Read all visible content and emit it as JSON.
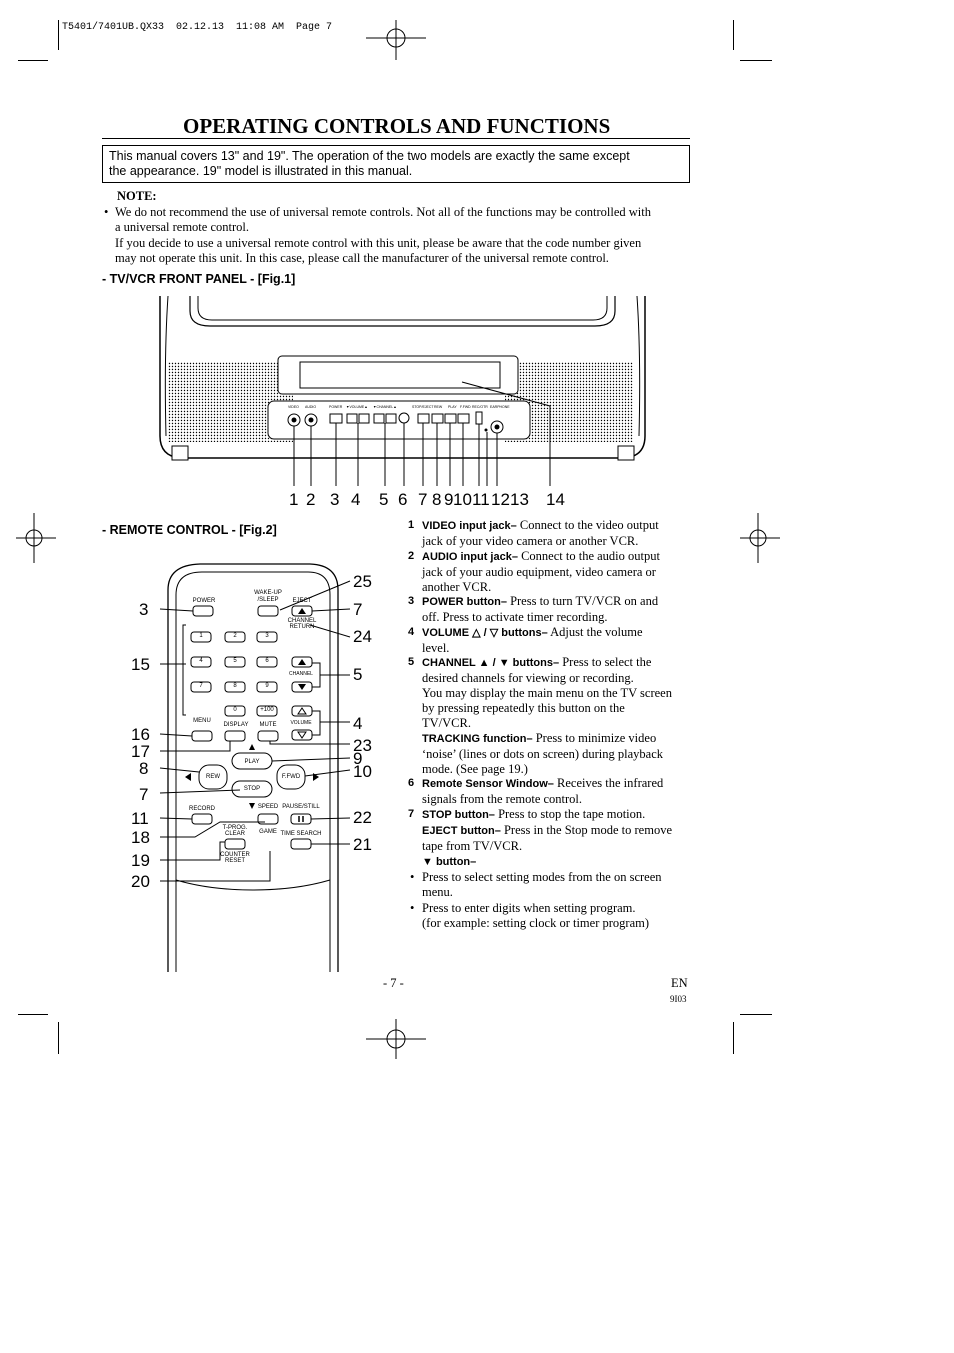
{
  "header": {
    "slug": "T5401/7401UB.QX33  02.12.13  11:08 AM  Page 7"
  },
  "title": "OPERATING CONTROLS AND FUNCTIONS",
  "intro": {
    "line1": "This manual covers 13\" and 19\". The operation of the two models are exactly the same except",
    "line2": "the appearance. 19\" model is illustrated in this manual."
  },
  "note": {
    "label": "NOTE:",
    "bullet": "We do not recommend the use of universal remote controls. Not all of the functions may be controlled with",
    "bullet_cont": "a universal remote control.",
    "para1": "If you decide to use a universal remote control with this unit, please be aware that the code number given",
    "para2": "may not operate this unit. In this case, please call the manufacturer of the universal remote control."
  },
  "fig1": {
    "heading": "- TV/VCR FRONT PANEL - [Fig.1]",
    "panel_labels": [
      "VIDEO",
      "AUDIO",
      "POWER",
      "▼VOLUME▲",
      "▼CHANNEL▲",
      "STOP/EJECT",
      "REW",
      "PLAY",
      "F.FWD",
      "REC/OTR",
      "EARPHONE"
    ],
    "callouts": [
      "1",
      "2",
      "3",
      "4",
      "5",
      "6",
      "7",
      "8",
      "9",
      "10",
      "11",
      "12",
      "13",
      "14"
    ]
  },
  "fig2": {
    "heading": "- REMOTE CONTROL - [Fig.2]",
    "labels": {
      "power": "POWER",
      "wake": "WAKE-UP",
      "sleep": "/SLEEP",
      "eject": "EJECT",
      "channel_return_1": "CHANNEL",
      "channel_return_2": "RETURN",
      "menu": "MENU",
      "display": "DISPLAY",
      "mute": "MUTE",
      "channel": "CHANNEL",
      "volume": "VOLUME",
      "play": "PLAY",
      "rew": "REW",
      "ffwd": "F.FWD",
      "stop": "STOP",
      "record": "RECORD",
      "speed": "SPEED",
      "pause": "PAUSE/STILL",
      "tprog1": "T-PROG.",
      "tprog2": "CLEAR",
      "game": "GAME",
      "timesearch": "TIME SEARCH",
      "counter1": "COUNTER",
      "counter2": "RESET"
    },
    "digits": [
      "1",
      "2",
      "3",
      "4",
      "5",
      "6",
      "7",
      "8",
      "9",
      "0",
      "+100"
    ],
    "left_callouts": [
      "3",
      "15",
      "16",
      "17",
      "8",
      "7",
      "11",
      "18",
      "19",
      "20"
    ],
    "right_callouts": [
      "25",
      "7",
      "24",
      "5",
      "4",
      "23",
      "9",
      "10",
      "22",
      "21"
    ]
  },
  "descriptions": [
    {
      "n": "1",
      "head": "VIDEO input jack–",
      "text": " Connect to the video output",
      "cont": [
        "jack of your video camera or another VCR."
      ]
    },
    {
      "n": "2",
      "head": "AUDIO input jack–",
      "text": " Connect to the audio output",
      "cont": [
        "jack of your audio equipment, video camera or",
        "another VCR."
      ]
    },
    {
      "n": "3",
      "head": "POWER button–",
      "text": " Press to turn TV/VCR on and",
      "cont": [
        "off.  Press to activate timer recording."
      ]
    },
    {
      "n": "4",
      "head": "VOLUME △ / ▽ buttons–",
      "text": " Adjust the volume",
      "cont": [
        "level."
      ]
    },
    {
      "n": "5",
      "head": "CHANNEL ▲ / ▼ buttons–",
      "text": " Press to select the",
      "cont": [
        "desired channels for viewing or recording.",
        "You may display the main menu on the TV screen",
        "by pressing repeatedly this button on the",
        "TV/VCR."
      ]
    },
    {
      "n": "",
      "head": "TRACKING function–",
      "text": " Press to minimize video",
      "cont": [
        "‘noise’ (lines or dots on screen) during playback",
        "mode. (See page 19.)"
      ]
    },
    {
      "n": "6",
      "head": "Remote Sensor Window–",
      "text": " Receives the infrared",
      "cont": [
        "signals from the remote control."
      ]
    },
    {
      "n": "7",
      "head": "STOP button–",
      "text": " Press to stop the tape motion.",
      "cont": []
    },
    {
      "n": "",
      "head": "EJECT button–",
      "text": " Press in the Stop mode to remove",
      "cont": [
        "tape from TV/VCR."
      ]
    },
    {
      "n": "",
      "head": "▼ button–",
      "text": "",
      "cont": []
    }
  ],
  "bullets": [
    {
      "l1": "Press to select setting modes from the on screen",
      "l2": "menu."
    },
    {
      "l1": "Press to enter digits when setting program.",
      "l2": "(for example: setting clock or timer program)"
    }
  ],
  "footer": {
    "page": "- 7 -",
    "lang": "EN",
    "code": "9I03"
  }
}
